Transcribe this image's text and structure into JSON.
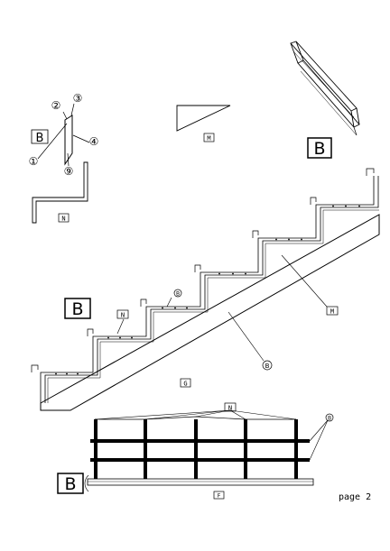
{
  "labels": {
    "big_b_top": "B",
    "big_b_mid": "B",
    "big_b_bottom": "B",
    "small_b": "B",
    "callout_1": "①",
    "callout_2": "②",
    "callout_3": "③",
    "callout_4": "④",
    "callout_9": "⑨",
    "box_m_triangle": "M",
    "box_n_part": "N",
    "box_n_stair": "N",
    "box_m_stair": "M",
    "box_g": "G",
    "box_n_rail": "N",
    "box_f": "F",
    "circle_b_top": "B",
    "circle_b_stair": "B",
    "circle_b_rail": "B",
    "page_label": "page 2"
  },
  "colors": {
    "ink": "#000000",
    "paper": "#ffffff",
    "bar_fill": "#000000"
  }
}
